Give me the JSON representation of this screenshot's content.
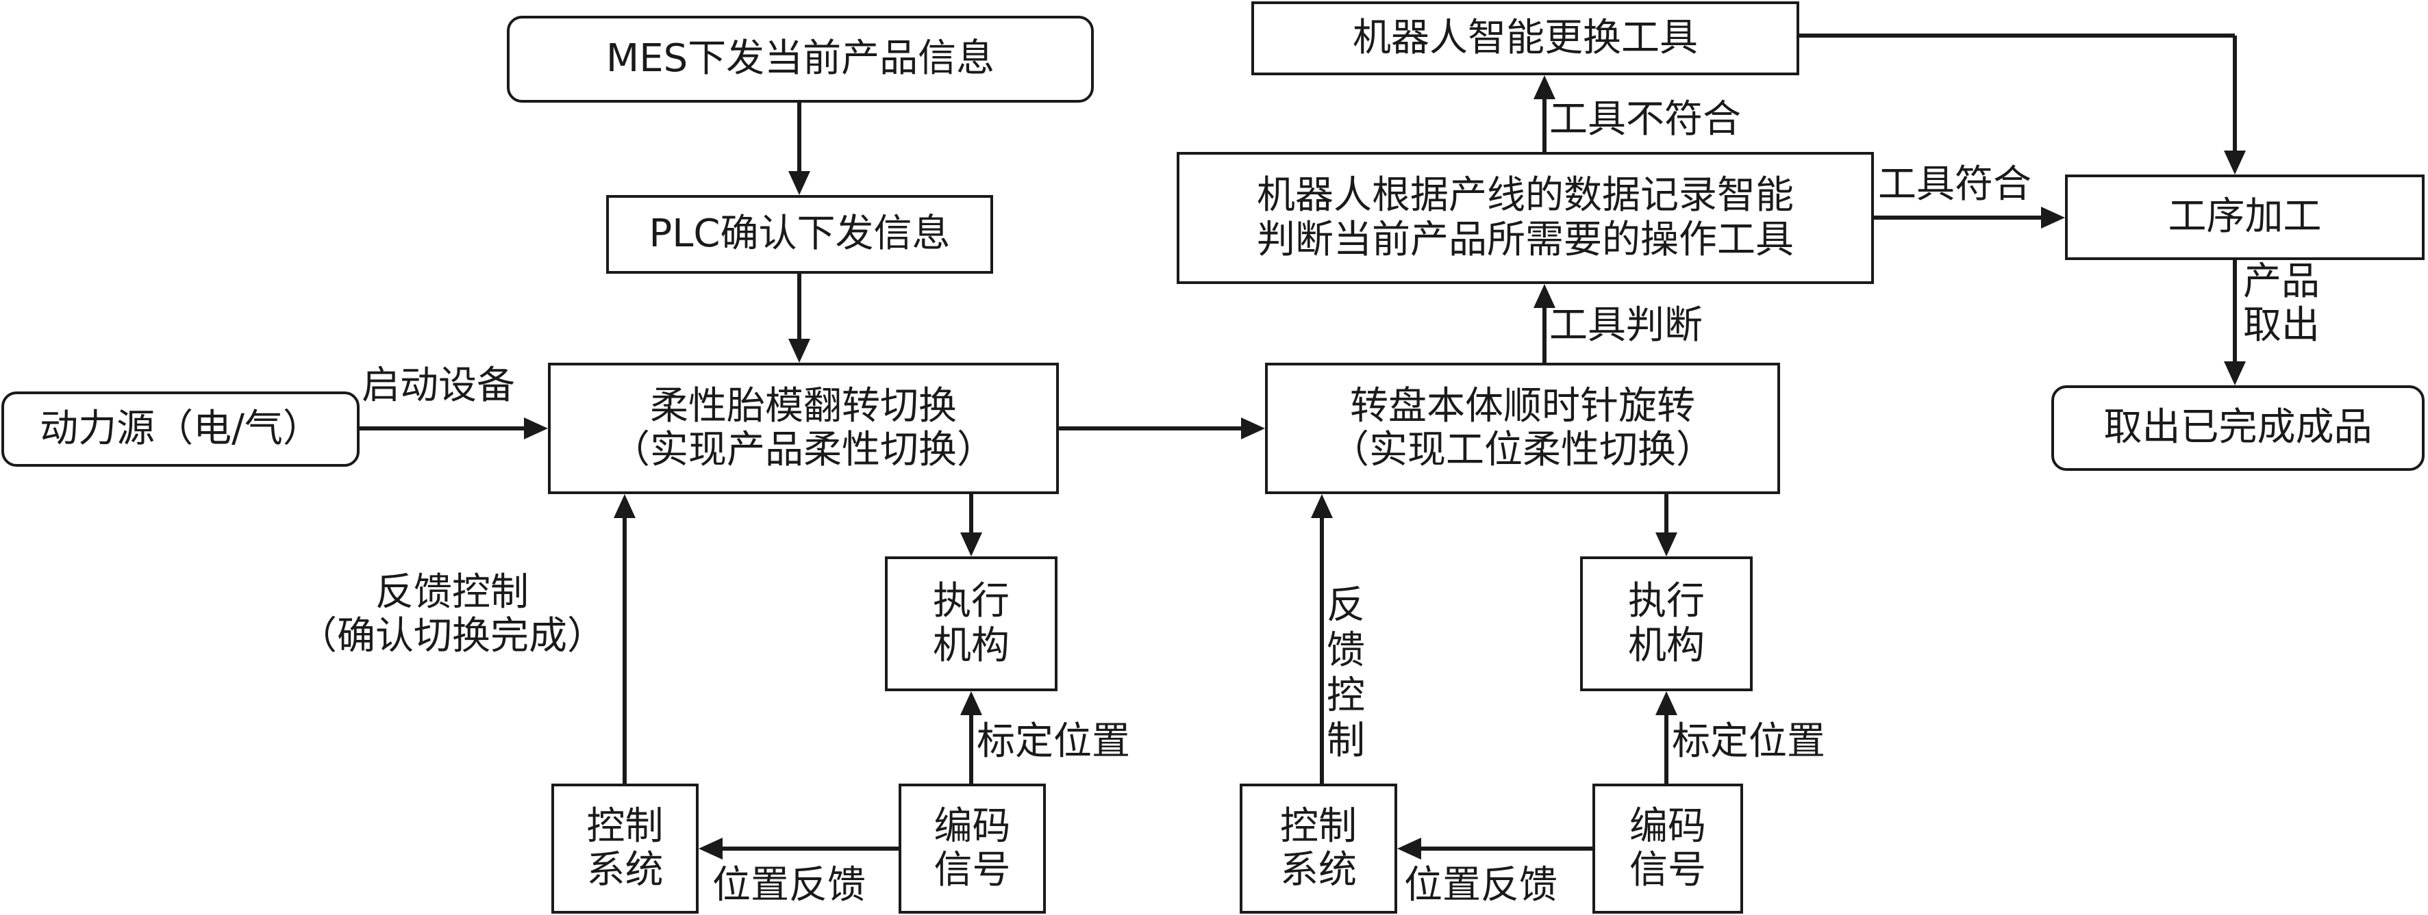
{
  "nodes": {
    "mes": "MES下发当前产品信息",
    "plc": "PLC确认下发信息",
    "power": "动力源（电/气）",
    "flip_line1": "柔性胎模翻转切换",
    "flip_line2": "（实现产品柔性切换）",
    "exec1_line1": "执行",
    "exec1_line2": "机构",
    "ctrl1_line1": "控制",
    "ctrl1_line2": "系统",
    "enc1_line1": "编码",
    "enc1_line2": "信号",
    "turn_line1": "转盘本体顺时针旋转",
    "turn_line2": "（实现工位柔性切换）",
    "exec2_line1": "执行",
    "exec2_line2": "机构",
    "ctrl2_line1": "控制",
    "ctrl2_line2": "系统",
    "enc2_line1": "编码",
    "enc2_line2": "信号",
    "judge_line1": "机器人根据产线的数据记录智能",
    "judge_line2": "判断当前产品所需要的操作工具",
    "change": "机器人智能更换工具",
    "process": "工序加工",
    "finish": "取出已完成成品"
  },
  "labels": {
    "start": "启动设备",
    "feedback1_line1": "反馈控制",
    "feedback1_line2": "（确认切换完成）",
    "calib1": "标定位置",
    "posfb1": "位置反馈",
    "feedback2": "反馈控制",
    "calib2": "标定位置",
    "posfb2": "位置反馈",
    "tool_judge": "工具判断",
    "tool_mismatch": "工具不符合",
    "tool_match": "工具符合",
    "product_out_line1": "产品",
    "product_out_line2": "取出"
  }
}
